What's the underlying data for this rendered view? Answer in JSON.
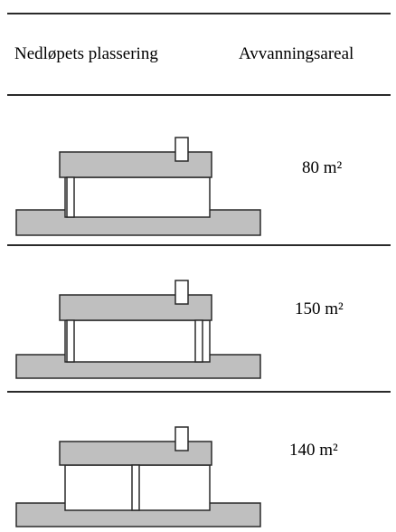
{
  "table": {
    "headers": {
      "placement": "Nedløpets plassering",
      "area": "Avvanningsareal"
    },
    "rows": [
      {
        "area": "80 m²",
        "downpipes": "one-left"
      },
      {
        "area": "150 m²",
        "downpipes": "left-and-right"
      },
      {
        "area": "140 m²",
        "downpipes": "center"
      }
    ]
  },
  "colors": {
    "roof_fill": "#bfbfbf",
    "ground_fill": "#bfbfbf",
    "wall_fill": "#ffffff",
    "stroke": "#2a2a2a",
    "rule": "#2a2a2a"
  },
  "icons": {
    "house": "house-icon",
    "chimney": "chimney-icon",
    "downpipe": "downpipe-icon"
  }
}
